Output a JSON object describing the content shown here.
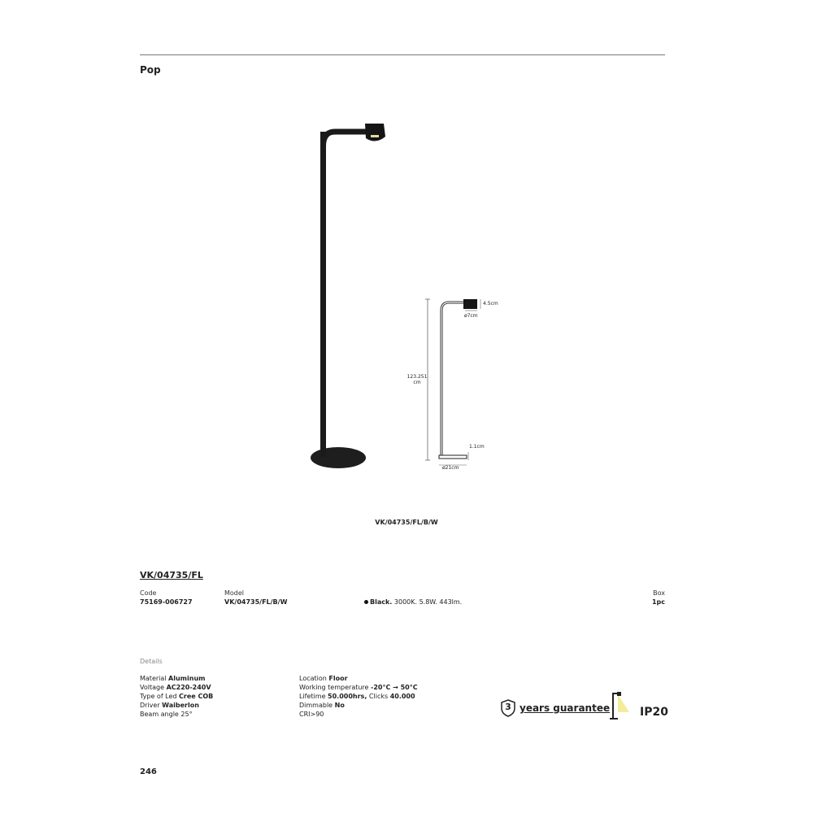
{
  "header": {
    "title": "Pop"
  },
  "dimensions": {
    "height": "123.251",
    "height_unit": "cm",
    "head_height": "4.5cm",
    "head_diameter": "ø7cm",
    "base_height": "1.1cm",
    "base_diameter": "ø21cm"
  },
  "figure": {
    "caption": "VK/04735/FL/B/W"
  },
  "product": {
    "heading": "VK/04735/FL",
    "code_label": "Code",
    "code_value": "75169-006727",
    "model_label": "Model",
    "model_value": "VK/04735/FL/B/W",
    "finish_name": "Black.",
    "finish_spec": "3000K. 5.8W. 443lm.",
    "box_label": "Box",
    "box_value": "1pc"
  },
  "details": {
    "heading": "Details",
    "left": [
      {
        "label": "Material",
        "value": "Aluminum"
      },
      {
        "label": "Voltage",
        "value": "AC220-240V"
      },
      {
        "label": "Type of Led",
        "value": "Cree COB"
      },
      {
        "label": "Driver",
        "value": "Waiberlon"
      },
      {
        "label": "Beam angle",
        "value": "25°"
      }
    ],
    "right": [
      {
        "label": "Location",
        "value": "Floor"
      },
      {
        "label": "Working temperature",
        "value": "-20°C → 50°C"
      },
      {
        "label": "Lifetime",
        "value": "50.000hrs,",
        "extra_label": "Clicks",
        "extra_value": "40.000"
      },
      {
        "label": "Dimmable",
        "value": "No"
      },
      {
        "label": "CRI>90",
        "value": ""
      }
    ]
  },
  "badges": {
    "guarantee_number": "3",
    "guarantee_text": "years guarantee",
    "ip_rating": "IP20",
    "shield_icon": "shield-icon",
    "lamp_icon": "floor-lamp-icon"
  },
  "footer": {
    "page_number": "246"
  }
}
